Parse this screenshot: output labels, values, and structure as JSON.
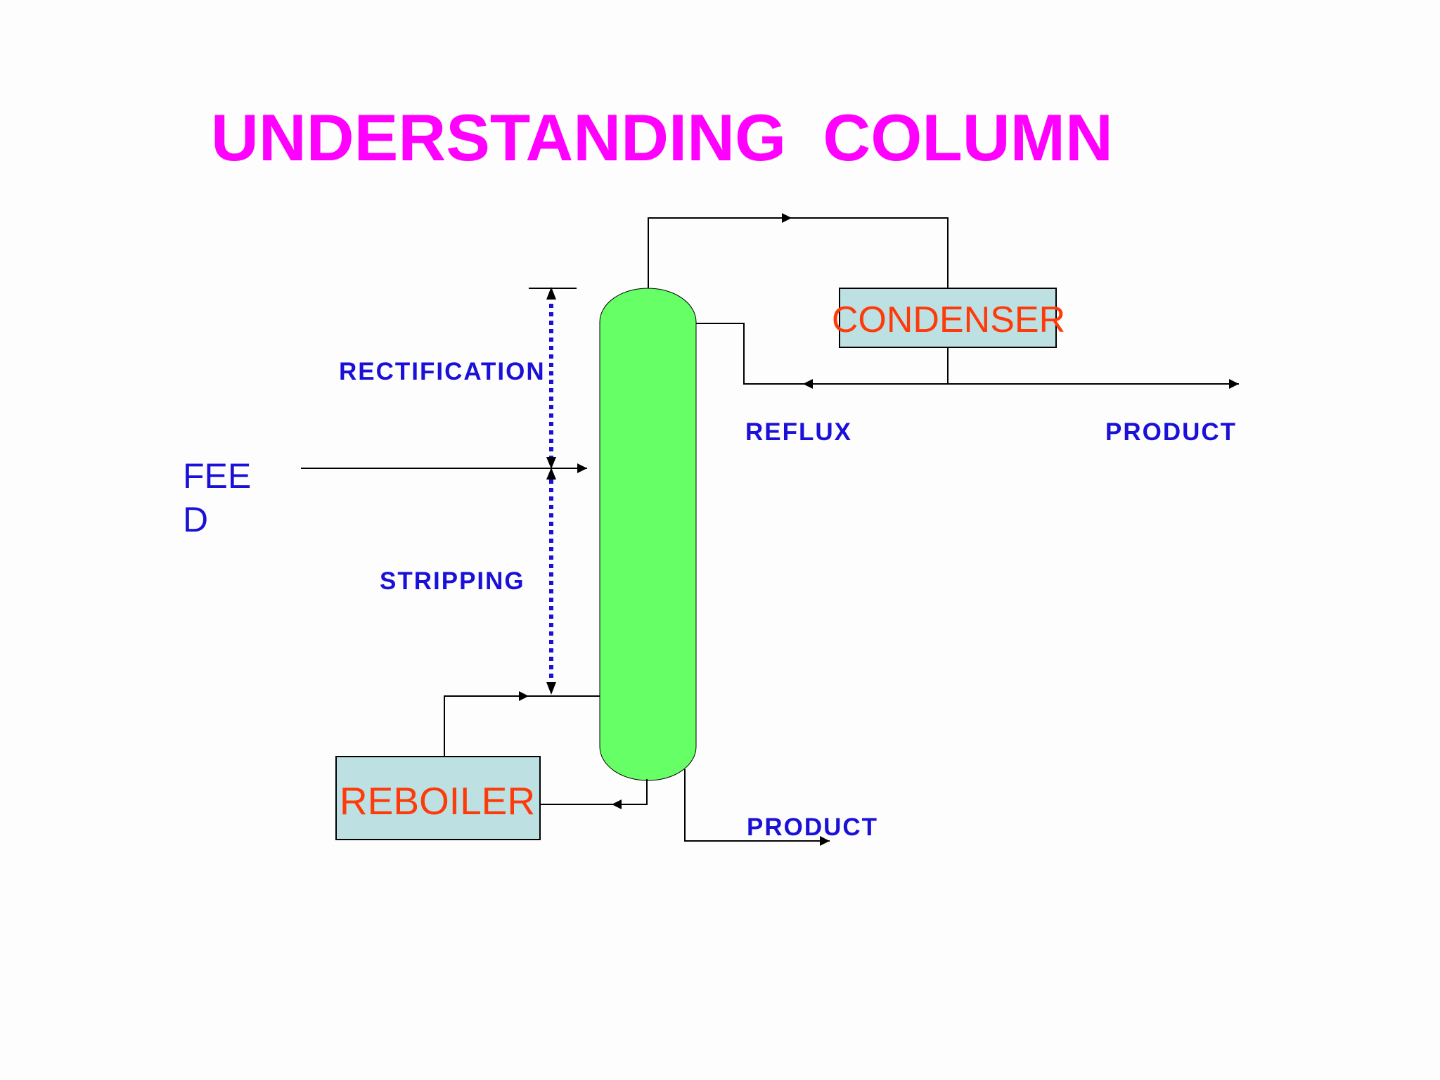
{
  "slide": {
    "title": "UNDERSTANDING  COLUMN"
  },
  "labels": {
    "rectification": "RECTIFICATION",
    "stripping": "STRIPPING",
    "reflux": "REFLUX",
    "product_top": "PRODUCT",
    "product_bottom": "PRODUCT",
    "feed_line1": "FEE",
    "feed_line2": "D"
  },
  "equipment": {
    "condenser": "CONDENSER",
    "reboiler": "REBOILER"
  },
  "colors": {
    "title": "#ff00ff",
    "labels": "#1a10d8",
    "equipment_text": "#ff3a0a",
    "equipment_fill": "#bde1e2",
    "column_fill": "#66ff66"
  }
}
